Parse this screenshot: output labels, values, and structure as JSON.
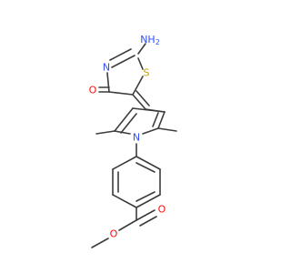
{
  "atoms": {
    "n_amine": "NH",
    "n_amine_sub": "2",
    "n_thiazole": "N",
    "s_thiazole": "S",
    "o_keto": "O",
    "n_pyrrole": "N",
    "o_carbonyl": "O",
    "o_ester": "O"
  },
  "colors": {
    "bond": "#3c3c3c",
    "nitrogen": "#3050f8",
    "sulfur": "#c8a000",
    "oxygen": "#ff0d0d"
  }
}
